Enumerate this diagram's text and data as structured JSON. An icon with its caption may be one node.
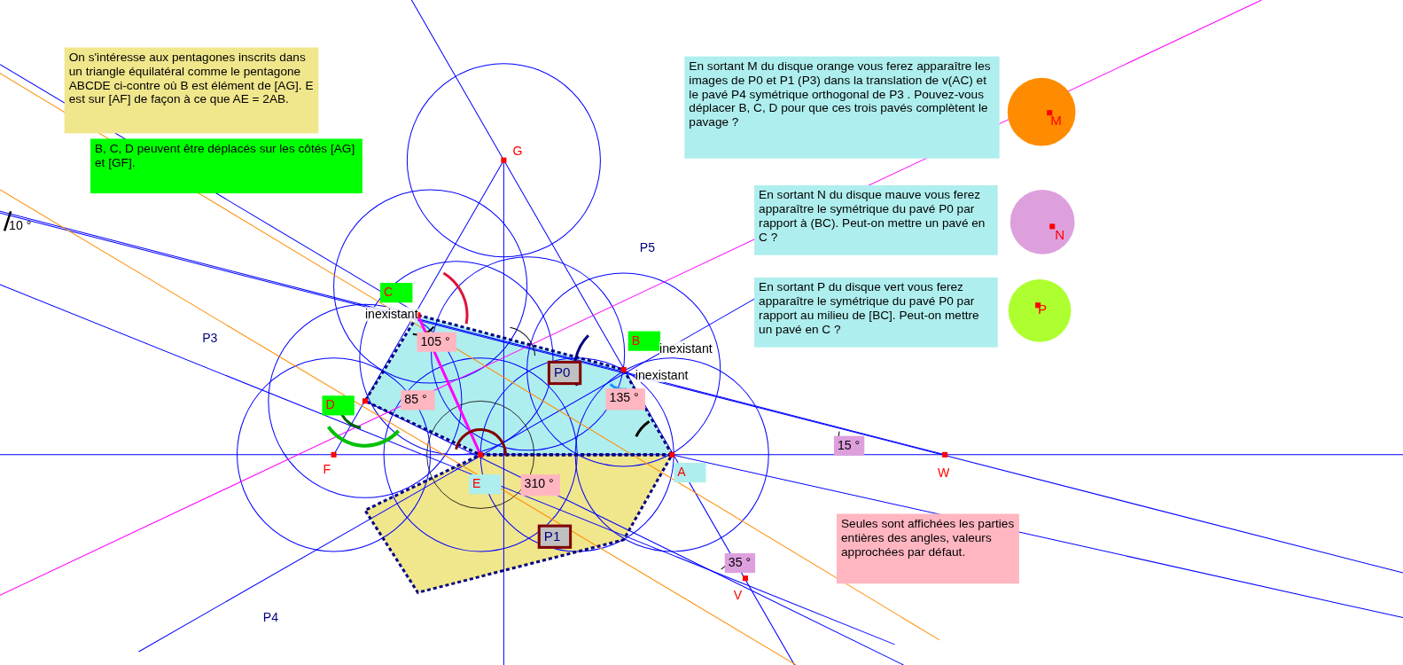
{
  "diagram": {
    "nodes": [
      {
        "text": [
          "On s'intéresse aux pentagones inscrits dans un triangle équilatéral comme le pentagone ABCDE ci-contre où B est élément de [AG].  E est sur [AF] de façon à ce que AE = 2AB."
        ]
      },
      {
        "text": [
          "B, C, D peuvent être déplacés sur les côtés  [AG] et [GF]."
        ]
      },
      {
        "text": [
          "En sortant M du disque orange vous ferez apparaître les images de P0  et P1 (P3)  dans la translation de v(AC) et le pavé P4 symétrique orthogonal de  P3 . Pouvez-vous déplacer B, C, D pour que ces trois pavés complètent le pavage ?"
        ]
      },
      {
        "text": [
          "M"
        ]
      },
      {
        "text": [
          "En sortant N du disque mauve vous ferez apparaître le symétrique du pavé  P0 par rapport à (BC). Peut-on mettre un pavé en C ?"
        ]
      },
      {
        "text": [
          "N"
        ]
      },
      {
        "text": [
          "En sortant P du disque vert vous ferez apparaître le symétrique du pavé P0 par rapport au milieu de [BC]. Peut-on mettre un pavé en C ?"
        ]
      },
      {
        "text": [
          "P"
        ]
      },
      {
        "text": [
          "C"
        ]
      },
      {
        "text": [
          "B"
        ]
      },
      {
        "text": [
          "105 °"
        ]
      },
      {
        "text": [
          "P0"
        ]
      },
      {
        "text": [
          "D"
        ]
      },
      {
        "text": [
          "85 °"
        ]
      },
      {
        "text": [
          "135 °"
        ]
      },
      {
        "text": [
          "15 °"
        ]
      },
      {
        "text": [
          "E"
        ]
      },
      {
        "text": [
          "310 °"
        ]
      },
      {
        "text": [
          "A"
        ]
      },
      {
        "text": [
          "P1"
        ]
      },
      {
        "text": [
          "Seules sont affichées les parties entières des angles, valeurs approchées par défaut."
        ]
      },
      {
        "text": [
          "35 °"
        ]
      }
    ],
    "labels": [
      "10 °",
      "G",
      "P5",
      "P3",
      "inexistant",
      "inexistant",
      "inexistant",
      "F",
      "W",
      "V",
      "P4"
    ]
  }
}
